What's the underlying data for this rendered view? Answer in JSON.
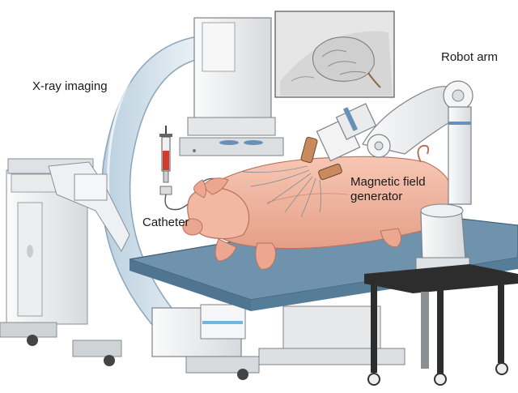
{
  "labels": {
    "xray": "X-ray imaging",
    "robot_arm": "Robot arm",
    "catheter": "Catheter",
    "magnetic_line1": "Magnetic field",
    "magnetic_line2": "generator"
  },
  "colors": {
    "pig_skin": "#f3b8a2",
    "pig_shadow": "#e39a86",
    "table_top": "#6f93ad",
    "table_side": "#4f7590",
    "machine_white": "#f2f2f2",
    "machine_grey": "#c9cdd1",
    "outline": "#6e7378",
    "magnet_copper": "#c98a5e",
    "syringe_red": "#d23a2e",
    "stand_dark": "#2d2d2d",
    "inset_bg": "#e4e4e4"
  }
}
